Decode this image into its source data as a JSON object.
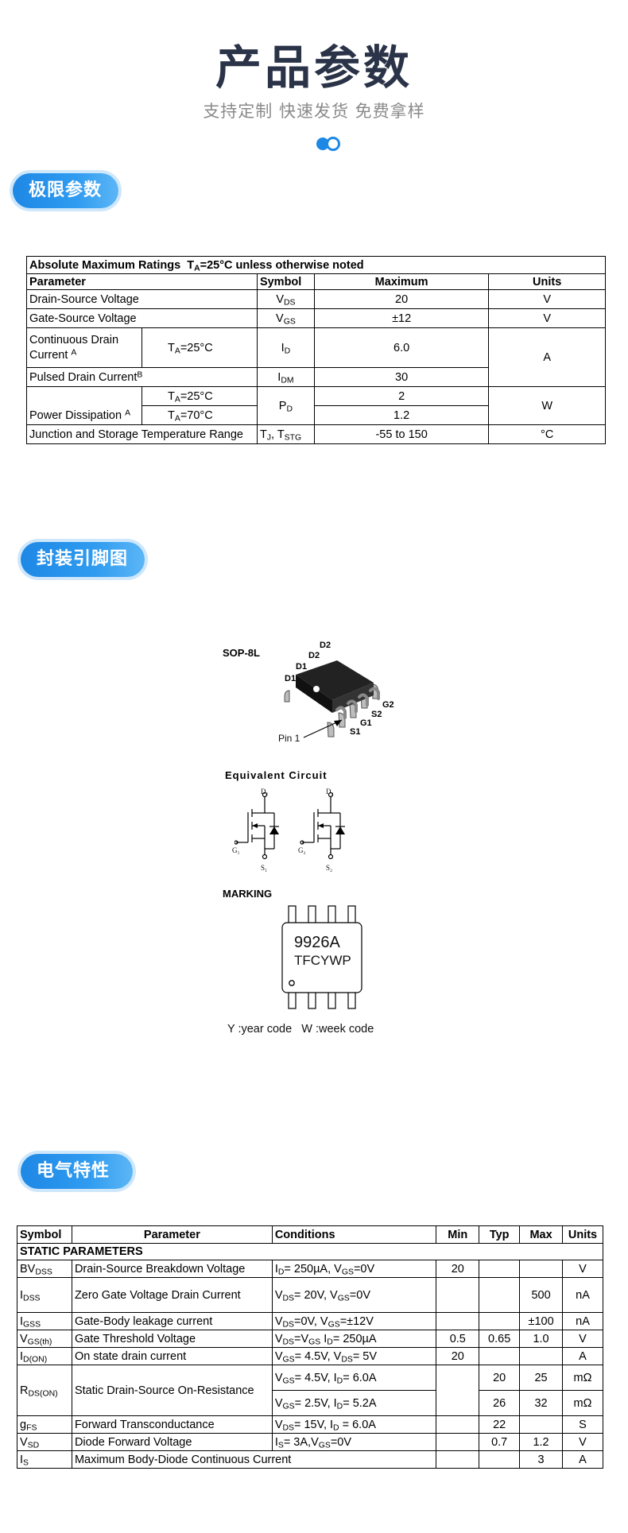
{
  "hero": {
    "title": "产品参数",
    "subtitle": "支持定制 快速发货 免费拿样"
  },
  "sections": {
    "limits": "极限参数",
    "package": "封装引脚图",
    "electrical": "电气特性"
  },
  "colors": {
    "accent": "#1e88e5",
    "title": "#2a3347",
    "subtitle": "#8a8a8a"
  },
  "amr": {
    "header_title": "Absolute Maximum Ratings",
    "header_cond": "=25°C unless otherwise noted",
    "cols": {
      "parameter": "Parameter",
      "symbol": "Symbol",
      "maximum": "Maximum",
      "units": "Units"
    },
    "rows": {
      "vds": {
        "param": "Drain-Source Voltage",
        "sym": "V",
        "sub": "DS",
        "max": "20",
        "unit": "V"
      },
      "vgs": {
        "param": "Gate-Source Voltage",
        "sym": "V",
        "sub": "GS",
        "max": "±12",
        "unit": "V"
      },
      "id": {
        "param": "Continuous Drain Current",
        "note": "A",
        "cond": "=25°C",
        "sym": "I",
        "sub": "D",
        "max": "6.0",
        "unit": "A"
      },
      "idm": {
        "param": "Pulsed Drain Current",
        "note": "B",
        "sym": "I",
        "sub": "DM",
        "max": "30"
      },
      "pd": {
        "param": "Power Dissipation",
        "note": "A",
        "cond1": "=25°C",
        "cond2": "=70°C",
        "sym": "P",
        "sub": "D",
        "max1": "2",
        "max2": "1.2",
        "unit": "W"
      },
      "tj": {
        "param": "Junction and Storage Temperature Range",
        "sym1": "T",
        "sub1": "J",
        "sym2": "T",
        "sub2": "STG",
        "max": "-55 to 150",
        "unit": "°C"
      }
    },
    "ta_sym": "T",
    "ta_sub": "A"
  },
  "package": {
    "name": "SOP-8L",
    "pins": {
      "d2a": "D2",
      "d2b": "D2",
      "d1a": "D1",
      "d1b": "D1",
      "g2": "G2",
      "s2": "S2",
      "g1": "G1",
      "s1": "S1"
    },
    "pin1": "Pin 1",
    "circuit_title": "Equivalent Circuit",
    "circuit_labels": {
      "d1": "D₁",
      "d2": "D₂",
      "g1": "G₁",
      "g2": "G₂",
      "s1": "S₁",
      "s2": "S₂"
    },
    "marking_title": "MARKING",
    "marking_line1": "9926A",
    "marking_line2": "TFCYWP",
    "legend": "Y :year code   W :week code"
  },
  "elec": {
    "cols": {
      "symbol": "Symbol",
      "parameter": "Parameter",
      "conditions": "Conditions",
      "min": "Min",
      "typ": "Typ",
      "max": "Max",
      "units": "Units"
    },
    "static_title": "STATIC PARAMETERS",
    "rows": {
      "bvdss": {
        "sym": "BV",
        "sub": "DSS",
        "param": "Drain-Source Breakdown Voltage",
        "min": "20",
        "unit": "V"
      },
      "idss": {
        "sym": "I",
        "sub": "DSS",
        "param": "Zero Gate Voltage Drain Current",
        "max": "500",
        "unit": "nA"
      },
      "igss": {
        "sym": "I",
        "sub": "GSS",
        "param": "Gate-Body leakage current",
        "max": "±100",
        "unit": "nA"
      },
      "vgsth": {
        "sym": "V",
        "sub": "GS(th)",
        "param": "Gate Threshold Voltage",
        "min": "0.5",
        "typ": "0.65",
        "max": "1.0",
        "unit": "V"
      },
      "idon": {
        "sym": "I",
        "sub": "D(ON)",
        "param": "On state drain current",
        "min": "20",
        "unit": "A"
      },
      "rdson": {
        "sym": "R",
        "sub": "DS(ON)",
        "param": "Static Drain-Source On-Resistance",
        "typ1": "20",
        "max1": "25",
        "unit1": "mΩ",
        "typ2": "26",
        "max2": "32",
        "unit2": "mΩ"
      },
      "gfs": {
        "sym": "g",
        "sub": "FS",
        "param": "Forward Transconductance",
        "typ": "22",
        "unit": "S"
      },
      "vsd": {
        "sym": "V",
        "sub": "SD",
        "param": "Diode Forward Voltage",
        "typ": "0.7",
        "max": "1.2",
        "unit": "V"
      },
      "is": {
        "sym": "I",
        "sub": "S",
        "param": "Maximum Body-Diode Continuous Current",
        "max": "3",
        "unit": "A"
      }
    }
  }
}
